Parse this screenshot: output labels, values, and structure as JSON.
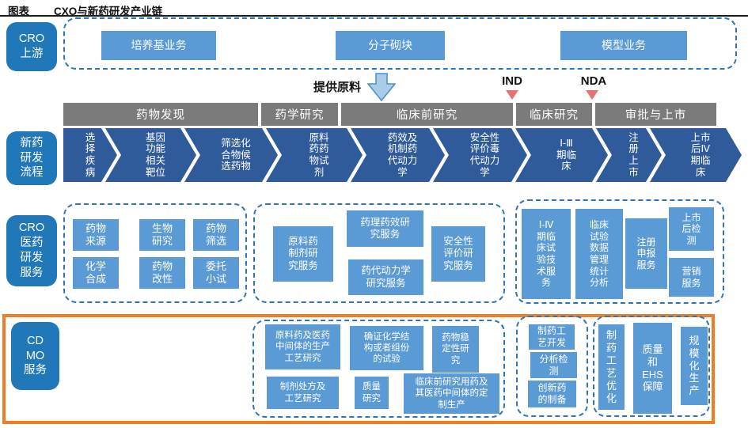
{
  "title": {
    "tag": "图表",
    "text": "CXO与新药研发产业链"
  },
  "colors": {
    "label_blue": "#2178b8",
    "box_blue": "#5b9bd5",
    "chevron_navy": "#2f5b9b",
    "stage_gray": "#7b7b7b",
    "dash_blue": "#2e75b6",
    "highlight_orange": "#f07d23",
    "marker_red": "#e57373",
    "arrow_fill": "#a9cce9"
  },
  "upstream": {
    "label": "CRO\n上游",
    "boxes": [
      "培养基业务",
      "分子砌块",
      "模型业务"
    ]
  },
  "annotations": {
    "supply_arrow_label": "提供原料",
    "ind": "IND",
    "nda": "NDA",
    "down_arrow_icon": "down-arrow",
    "ind_marker_icon": "red-triangle",
    "nda_marker_icon": "red-triangle"
  },
  "stages": [
    "药物发现",
    "药学研究",
    "临床前研究",
    "临床研究",
    "审批与上市"
  ],
  "flow": {
    "label": "新药\n研发\n流程",
    "steps": [
      "选\n择\n疾\n病",
      "基因\n功能\n相关\n靶位",
      "筛选化\n合物候\n选药物",
      "原料\n药药\n物试\n剂",
      "药效及\n机制药\n代动力\n学",
      "安全性\n评价毒\n代动力\n学",
      "Ⅰ-Ⅲ\n期临\n床",
      "注\n册\n上\n市",
      "上市\n后Ⅳ\n期临\n床"
    ]
  },
  "cro": {
    "label": "CRO\n医药\n研发\n服务",
    "discovery": [
      "药物\n来源",
      "生物\n研究",
      "药物\n筛选",
      "化学\n合成",
      "药物\n改性",
      "委托\n小试"
    ],
    "preclinical": [
      "原料药\n制剂研\n究服务",
      "药理药效研\n究服务",
      "药代动力学\n研究服务",
      "安全性\n评价研\n究服务"
    ],
    "clinical": [
      "Ⅰ-Ⅳ\n期临\n床试\n验技\n术服\n务",
      "临床\n试验\n数据\n管理\n统计\n分析",
      "注册\n申报\n服务",
      "上市\n后检\n测",
      "营销\n服务"
    ]
  },
  "cdmo": {
    "label": "CD\nMO\n服务",
    "process_research": [
      "原料药及医药\n中间体的生产\n工艺研究",
      "确证化学结\n构或者组份\n的试验",
      "药物稳\n定性研\n究",
      "制剂处方及\n工艺研究",
      "质量\n研究",
      "临床前研究用药及\n其医药中间体的定\n制生产"
    ],
    "development": [
      "制药工\n艺开发",
      "分析检\n测",
      "创新药\n的制备"
    ],
    "production": [
      "制\n药\n工\n艺\n优\n化",
      "质量\n和\nEHS\n保障",
      "规\n模\n化\n生\n产"
    ]
  }
}
